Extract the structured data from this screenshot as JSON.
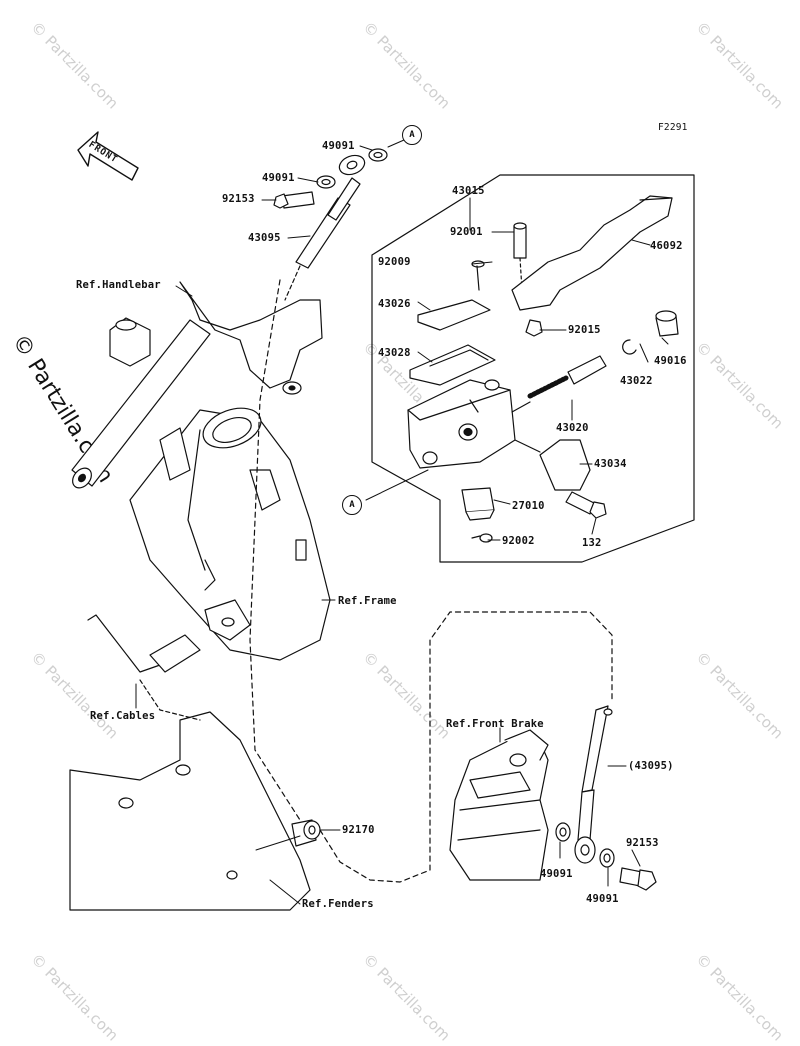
{
  "diagram_code": "F2291",
  "front_label": "FRONT",
  "watermark_text": "© Partzilla.com",
  "callout_letter": "A",
  "part_labels": {
    "p49091_top": "49091",
    "p49091_mid": "49091",
    "p92153_top": "92153",
    "p43095": "43095",
    "p43015": "43015",
    "p92001": "92001",
    "p46092": "46092",
    "p92009": "92009",
    "p43026": "43026",
    "p92015": "92015",
    "p43028": "43028",
    "p49016": "49016",
    "p43022": "43022",
    "p43020": "43020",
    "p43034": "43034",
    "p27010": "27010",
    "p92002": "92002",
    "p132": "132",
    "p43095_paren": "(43095)",
    "p92170": "92170",
    "p49091_bl": "49091",
    "p49091_br": "49091",
    "p92153_br": "92153"
  },
  "ref_labels": {
    "handlebar": "Ref.Handlebar",
    "frame": "Ref.Frame",
    "cables": "Ref.Cables",
    "front_brake": "Ref.Front Brake",
    "fenders": "Ref.Fenders"
  }
}
